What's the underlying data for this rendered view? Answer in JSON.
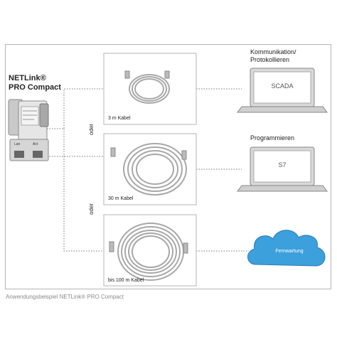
{
  "device": {
    "name_line1": "NETLink®",
    "name_line2": "PRO Compact",
    "port_left": "Lan",
    "port_right": "Act"
  },
  "cables": [
    {
      "label": "3 m Kabel"
    },
    {
      "label": "30 m Kabel"
    },
    {
      "label": "bis 100 m Kabel"
    }
  ],
  "separator": "oder",
  "targets": [
    {
      "heading_line1": "Kommunikation/",
      "heading_line2": "Protokollieren",
      "screen": "SCADA"
    },
    {
      "heading_line1": "Programmieren",
      "heading_line2": "",
      "screen": "S7"
    },
    {
      "heading_line1": "",
      "heading_line2": "",
      "screen": "Fernwartung"
    }
  ],
  "caption": "Anwendungsbeispiel NETLink® PRO Compact",
  "colors": {
    "frame": "#b5b5b5",
    "connector": "#777777",
    "cable": "#a8a8a8",
    "laptop_body": "#d8d8d8",
    "cloud": "#3ba0dc"
  }
}
